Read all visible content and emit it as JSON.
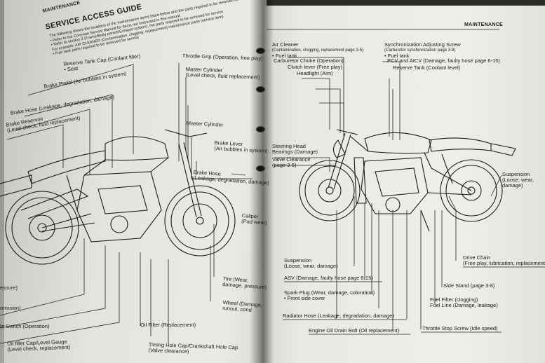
{
  "left_page": {
    "section": "MAINTENANCE",
    "title": "SERVICE ACCESS GUIDE",
    "intro": [
      "The following shows the locations of the maintenance items listed below and the parts required to be removed for",
      "• Refer to the Common Service Manual for items not instructed in this manual.",
      "• Refer to section 2 (Frame/Body panels/Exhaust system), the parts required to be removed for service.",
      "For example: AIR CLEANER (Contamination, clogging, replacement)    maintenance parts (service item)",
      "• Fuel tank    parts required to be removed for service"
    ],
    "labels": {
      "reserve_tank_cap": [
        "Reserve Tank Cap (Coolant filler)",
        "• Seat"
      ],
      "brake_pedal": [
        "Brake Pedal (Air bubbles in system)"
      ],
      "brake_hose_rear": [
        "Brake Hose (Leakage, degradation, damage)"
      ],
      "brake_reservoir": [
        "Brake Reservoir",
        "(Level check, fluid replacement)"
      ],
      "throttle_grip": [
        "Throttle Grip (Operation, free play)"
      ],
      "master_cylinder": [
        "Master Cylinder",
        "(Level check, fluid replacement)"
      ],
      "brake_lever": [
        "Brake Lever",
        "(Air bubbles in system)"
      ],
      "brake_hose_front": [
        "Brake Hose",
        "(Leakage, degradation, damage)"
      ],
      "caliper": [
        "Caliper",
        "(Pad wear)"
      ],
      "tire": [
        "Tire (Wear,",
        "damage, pressure)"
      ],
      "wheel": [
        "Wheel (Damage,",
        "runout, cond"
      ],
      "pressure": [
        "essure)"
      ],
      "corrosion": [
        "orrosion)"
      ],
      "switch": [
        "ht Switch (Operation)"
      ],
      "oil_filter": [
        "Oil Filter (Replacement)"
      ],
      "oil_filler": [
        "Oil filler Cap/Level Gauge",
        "(Level check, replacement)"
      ],
      "timing_hole": [
        "Timing Hole Cap/Crankshaft Hole Cap",
        "(Valve clearance)"
      ]
    }
  },
  "right_page": {
    "section": "MAINTENANCE",
    "labels": {
      "air_cleaner": [
        "Air Cleaner",
        "(Contamination, clogging, replacement page 3-5)",
        "• Fuel tank"
      ],
      "sync_screw": [
        "Synchronization Adjusting Screw",
        "(Carburetor synchronization page 3-8)",
        "• Fuel tank"
      ],
      "carb_choke": [
        "Carburetor Choke (Operation)"
      ],
      "pcv": [
        "PCV and AICV (Damage, faulty hose page 6-15)"
      ],
      "clutch_lever": [
        "Clutch lever (Free play)"
      ],
      "reserve_tank": [
        "Reserve Tank (Coolant level)"
      ],
      "headlight": [
        "Headlight (Aim)"
      ],
      "steering": [
        "Steering Head",
        "Bearings (Damage)"
      ],
      "valve_clearance": [
        "Valve Clearance",
        "(page 3-5)"
      ],
      "suspension_rear": [
        "Suspension",
        "(Loose, wear,",
        "damage)"
      ],
      "drive_chain": [
        "Drive Chain",
        "(Free play, lubrication, replacement)"
      ],
      "suspension_front": [
        "Suspension",
        "(Loose, wear, damage)"
      ],
      "asv": [
        "ASV (Damage, faulty hose page 6-15)"
      ],
      "spark_plug": [
        "Spark Plug (Wear, damage, coloration)",
        "• Front side cover"
      ],
      "side_stand": [
        "Side Stand (page 3-8)"
      ],
      "fuel_filter": [
        "Fuel Filter (clogging)",
        "Fuel Line (Damage, leakage)"
      ],
      "radiator_hose": [
        "Radiator Hose (Leakage, degradation, damage)"
      ],
      "drain_bolt": [
        "Engine Oil Drain Bolt (Oil replacement)"
      ],
      "throttle_stop": [
        "Throttle Stop Screw (Idle speed)"
      ]
    }
  },
  "colors": {
    "paper": "#eceae5",
    "ink": "#1b1b1b",
    "background": "#2b2a28"
  }
}
